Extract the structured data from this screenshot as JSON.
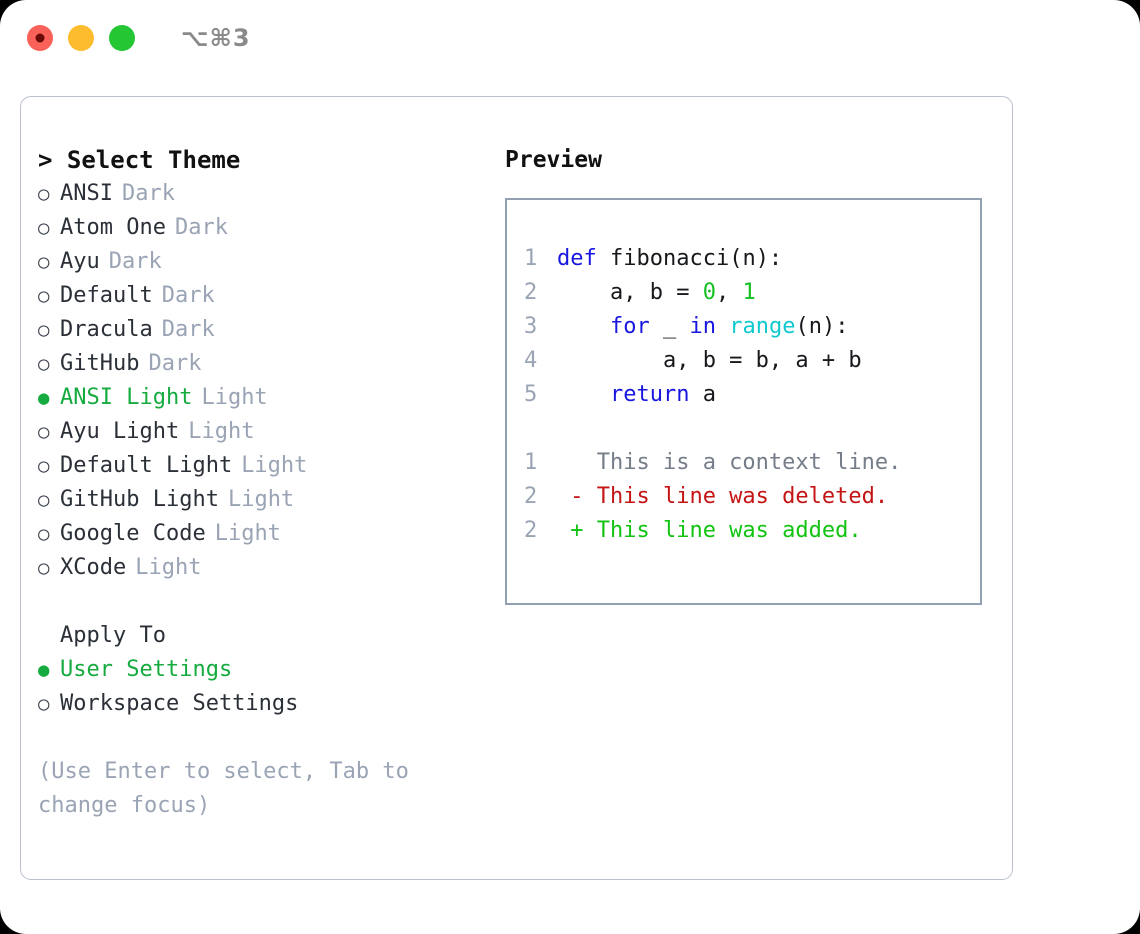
{
  "titlebar": {
    "shortcut": "⌥⌘3",
    "buttons": [
      "close",
      "minimize",
      "maximize"
    ]
  },
  "left": {
    "header": "> Select Theme",
    "themes": [
      {
        "bullet": "○",
        "name": "ANSI",
        "kind": "Dark",
        "selected": false
      },
      {
        "bullet": "○",
        "name": "Atom One",
        "kind": "Dark",
        "selected": false
      },
      {
        "bullet": "○",
        "name": "Ayu",
        "kind": "Dark",
        "selected": false
      },
      {
        "bullet": "○",
        "name": "Default",
        "kind": "Dark",
        "selected": false
      },
      {
        "bullet": "○",
        "name": "Dracula",
        "kind": "Dark",
        "selected": false
      },
      {
        "bullet": "○",
        "name": "GitHub",
        "kind": "Dark",
        "selected": false
      },
      {
        "bullet": "●",
        "name": "ANSI Light",
        "kind": "Light",
        "selected": true
      },
      {
        "bullet": "○",
        "name": "Ayu Light",
        "kind": "Light",
        "selected": false
      },
      {
        "bullet": "○",
        "name": "Default Light",
        "kind": "Light",
        "selected": false
      },
      {
        "bullet": "○",
        "name": "GitHub Light",
        "kind": "Light",
        "selected": false
      },
      {
        "bullet": "○",
        "name": "Google Code",
        "kind": "Light",
        "selected": false
      },
      {
        "bullet": "○",
        "name": "XCode",
        "kind": "Light",
        "selected": false
      }
    ],
    "apply_to_header": "Apply To",
    "apply_to": [
      {
        "bullet": "●",
        "name": "User Settings",
        "selected": true
      },
      {
        "bullet": "○",
        "name": "Workspace Settings",
        "selected": false
      }
    ],
    "hint": "(Use Enter to select, Tab to change focus)"
  },
  "right": {
    "title": "Preview",
    "code_lines": [
      {
        "no": "1",
        "segments": [
          {
            "t": "def",
            "c": "kw"
          },
          {
            "t": " fibonacci(n):",
            "c": "pln"
          }
        ]
      },
      {
        "no": "2",
        "segments": [
          {
            "t": "    a, b = ",
            "c": "pln"
          },
          {
            "t": "0",
            "c": "num"
          },
          {
            "t": ", ",
            "c": "pln"
          },
          {
            "t": "1",
            "c": "num"
          }
        ]
      },
      {
        "no": "3",
        "segments": [
          {
            "t": "    ",
            "c": "pln"
          },
          {
            "t": "for",
            "c": "kw"
          },
          {
            "t": " _ ",
            "c": "pln"
          },
          {
            "t": "in",
            "c": "kw"
          },
          {
            "t": " ",
            "c": "pln"
          },
          {
            "t": "range",
            "c": "fn"
          },
          {
            "t": "(n):",
            "c": "pln"
          }
        ]
      },
      {
        "no": "4",
        "segments": [
          {
            "t": "        a, b = b, a + b",
            "c": "pln"
          }
        ]
      },
      {
        "no": "5",
        "segments": [
          {
            "t": "    ",
            "c": "pln"
          },
          {
            "t": "return",
            "c": "kw"
          },
          {
            "t": " a",
            "c": "pln"
          }
        ]
      }
    ],
    "diff_lines": [
      {
        "no": "1",
        "segments": [
          {
            "t": "   This is a context line.",
            "c": "ctx"
          }
        ]
      },
      {
        "no": "2",
        "segments": [
          {
            "t": " - This line was deleted.",
            "c": "del"
          }
        ]
      },
      {
        "no": "2",
        "segments": [
          {
            "t": " + This line was added.",
            "c": "add"
          }
        ]
      }
    ]
  },
  "colors": {
    "accent_green": "#15ab3f",
    "muted": "#9aa4b4",
    "keyword_blue": "#1717e0",
    "function_cyan": "#0fc9cf",
    "number_green": "#14c022",
    "diff_deleted": "#c41414",
    "diff_added": "#12c312",
    "border": "#b9c0cc",
    "code_border": "#93a0b3"
  }
}
